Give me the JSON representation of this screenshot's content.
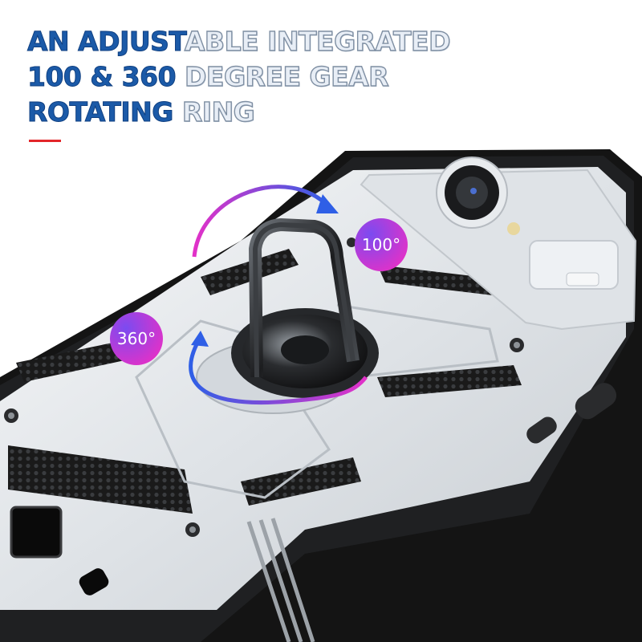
{
  "headline": {
    "line1_strong": "AN ADJUST",
    "line1_light": "ABLE INTEGRATED",
    "line2_strong": "100 & 360",
    "line2_light": " DEGREE GEAR",
    "line3_strong": "ROTATING",
    "line3_light": " RING"
  },
  "badges": {
    "rotation_small": "100°",
    "rotation_full": "360°"
  },
  "colors": {
    "headline_blue": "#1b5aa8",
    "accent_red": "#e3262a",
    "case_silver": "#e6e9ec",
    "case_black": "#141414",
    "arrow_blue": "#2f5fe6",
    "arrow_magenta": "#e231c8"
  }
}
